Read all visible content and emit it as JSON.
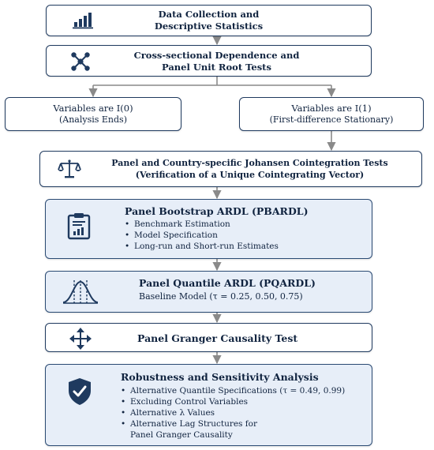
{
  "step1": {
    "line1": "Data Collection and",
    "line2": "Descriptive Statistics",
    "icon": "bar-chart-icon"
  },
  "step2": {
    "line1": "Cross-sectional Dependence and",
    "line2": "Panel Unit Root Tests",
    "icon": "network-icon"
  },
  "branch_left": {
    "line1": "Variables are I(0)",
    "line2": "(Analysis Ends)"
  },
  "branch_right": {
    "line1": "Variables are I(1)",
    "line2": "(First-difference Stationary)"
  },
  "step3": {
    "line1": "Panel and Country-specific Johansen Cointegration Tests",
    "line2": "(Verification of a Unique Cointegrating Vector)",
    "icon": "balance-scale-icon"
  },
  "step4": {
    "title": "Panel Bootstrap ARDL (PBARDL)",
    "icon": "clipboard-chart-icon",
    "bullets": [
      "Benchmark Estimation",
      "Model Specification",
      "Long-run and Short-run Estimates"
    ]
  },
  "step5": {
    "title": "Panel Quantile ARDL (PQARDL)",
    "subtitle": "Baseline Model (τ = 0.25, 0.50, 0.75)",
    "icon": "distribution-curve-icon"
  },
  "step6": {
    "title": "Panel Granger Causality Test",
    "icon": "four-way-arrows-icon"
  },
  "step7": {
    "title": "Robustness and Sensitivity Analysis",
    "icon": "shield-check-icon",
    "bullets": [
      "Alternative Quantile Specifications (τ = 0.49, 0.99)",
      "Excluding Control Variables",
      "Alternative λ Values",
      "Alternative Lag Structures for"
    ],
    "bullet_continuation": "Panel Granger Causality"
  },
  "colors": {
    "border": "#1f3a5f",
    "fill": "#e7eef8",
    "icon": "#1f3a5f",
    "arrow": "#8a8a8a"
  }
}
